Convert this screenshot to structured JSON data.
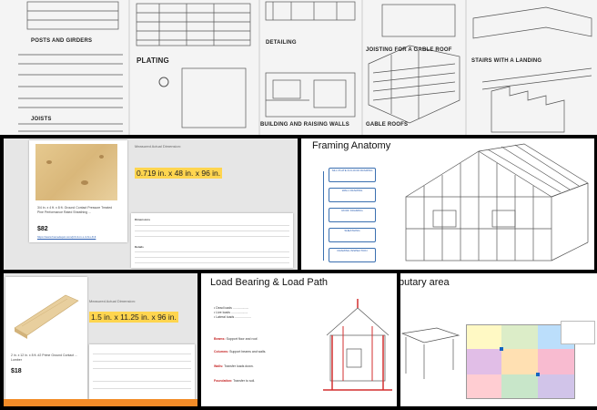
{
  "top": {
    "posts": "POSTS AND GIRDERS",
    "joists": "JOISTS",
    "plating": "PLATING",
    "detailing": "DETAILING",
    "building": "BUILDING AND RAISING WALLS",
    "joisting": "JOISTING FOR A GABLE ROOF",
    "gable": "GABLE ROOFS",
    "stairs": "STAIRS WITH A LANDING"
  },
  "plywood": {
    "dim_label": "Measured Actual Dimension:",
    "dim_value": "0.719 in. x 48 in. x 96 in.",
    "title": "3/4 in. x 4 ft. x 8 ft. Ground Contact Pressure Treated Pine Performance Rated Sheathing ...",
    "price": "$82",
    "section": "Dimensions",
    "details": "Details"
  },
  "framing": {
    "title": "Framing Anatomy",
    "items": [
      "SILL PLATE & FLOOR FRAMING",
      "WALL FRAMING",
      "ROOF FRAMING",
      "SHEATHING",
      "FRAMING INSPECTION"
    ]
  },
  "lumber": {
    "dim_label": "Measured Actual Dimension:",
    "dim_value": "1.5 in. x 11.25 in. x 96 in.",
    "title": "2 in. x 12 in. x 8 ft. #2 Prime Ground Contact ... Lumber",
    "price": "$18"
  },
  "load": {
    "title": "Load Bearing & Load Path",
    "beams": "Beams:",
    "columns": "Columns:",
    "walls": "Walls:",
    "foundation": "Foundation:"
  },
  "tributary": {
    "title": "butary area"
  }
}
